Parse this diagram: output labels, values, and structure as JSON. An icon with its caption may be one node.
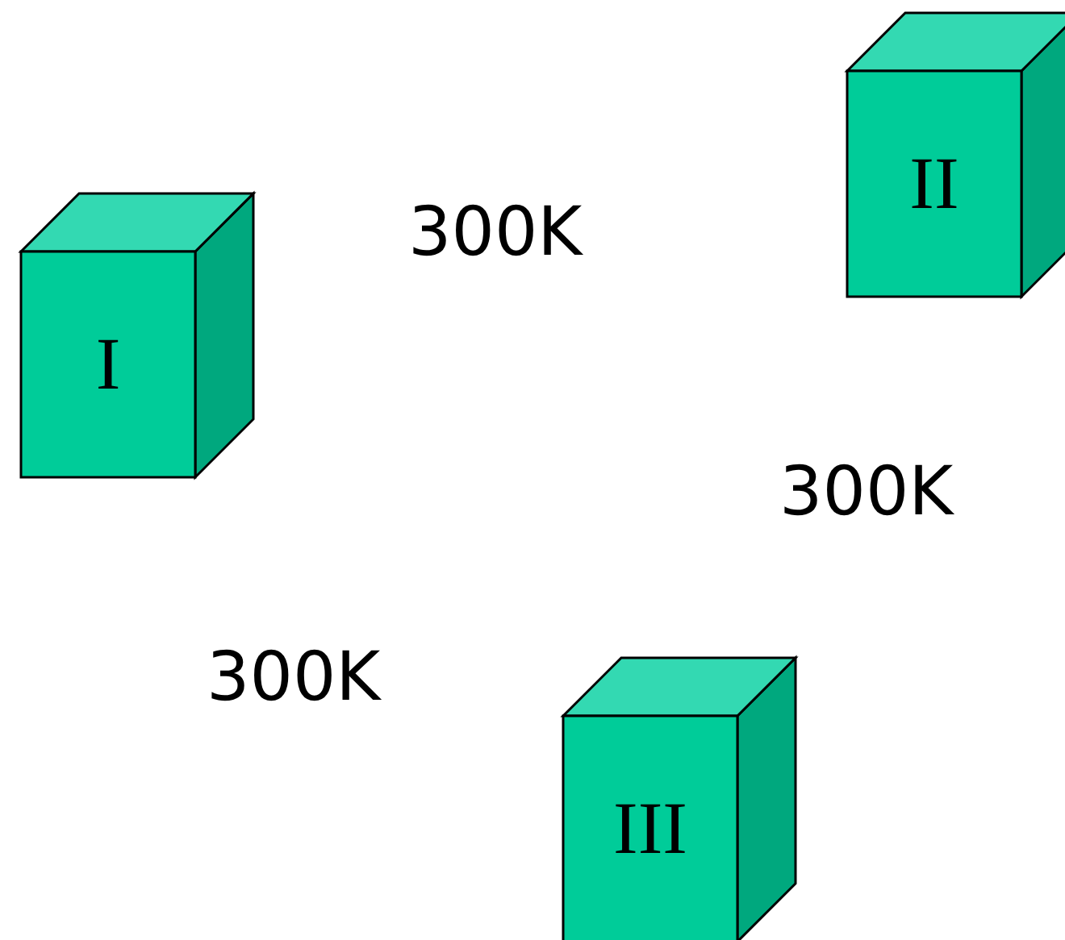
{
  "diagram": {
    "nodes": [
      {
        "text": [
          "I"
        ]
      },
      {
        "text": [
          "II"
        ]
      },
      {
        "text": [
          "III"
        ]
      }
    ],
    "labels": [
      "300K",
      "300K",
      "300K"
    ]
  }
}
